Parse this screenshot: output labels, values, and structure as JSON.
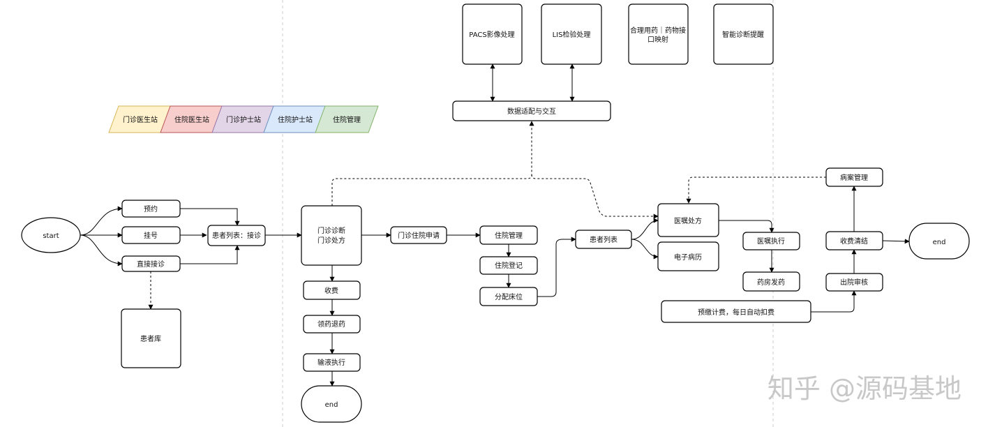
{
  "legend": [
    {
      "id": "l1",
      "label": "门诊医生站",
      "fill": "#fff2cc",
      "stroke": "#d6b656"
    },
    {
      "id": "l2",
      "label": "住院医生站",
      "fill": "#f8cecc",
      "stroke": "#b85450"
    },
    {
      "id": "l3",
      "label": "门诊护士站",
      "fill": "#e1d5e7",
      "stroke": "#9673a6"
    },
    {
      "id": "l4",
      "label": "住院护士站",
      "fill": "#dae8fc",
      "stroke": "#6c8ebf"
    },
    {
      "id": "l5",
      "label": "住院管理",
      "fill": "#d5e8d4",
      "stroke": "#82b366"
    }
  ],
  "nodes": {
    "start": "start",
    "appoint": "预约",
    "register": "挂号",
    "direct": "直接接诊",
    "patient_list": "患者列表：接诊",
    "patient_db": "患者库",
    "diag": [
      "门诊诊断",
      "门诊处方"
    ],
    "fee": "收费",
    "drug_return": "领药退药",
    "infusion": "输液执行",
    "end1": "end",
    "inpatient_apply": "门诊住院申请",
    "inpatient_mgmt": "住院管理",
    "inpatient_reg": "住院登记",
    "bed": "分配床位",
    "patient_list2": "患者列表",
    "order": "医嘱处方",
    "emr": "电子病历",
    "order_exec": "医嘱执行",
    "pharmacy": "药房发药",
    "prepay": "预缴计费，每日自动扣费",
    "record_mgmt": "病案管理",
    "settle": "收费清结",
    "discharge": "出院审核",
    "end2": "end",
    "data_adapt": "数据适配与交互",
    "pacs": "PACS影像处理",
    "lis": "LIS检验处理",
    "drug_iface": [
      "合理用药｜药物接",
      "口映射"
    ],
    "ai_hint": "智能诊断提醒"
  },
  "watermark": "知乎 @源码基地"
}
